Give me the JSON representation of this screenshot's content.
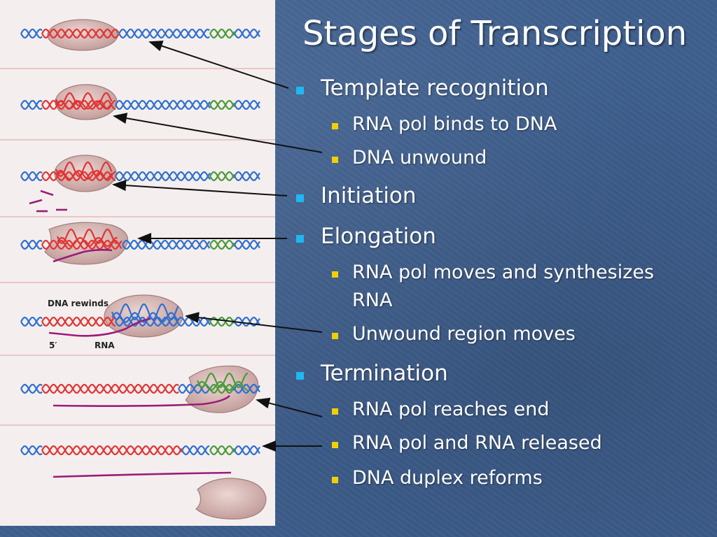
{
  "slide": {
    "title": "Stages of Transcription",
    "bullets": [
      {
        "text": "Template recognition",
        "level": 1
      },
      {
        "text": "RNA pol binds to DNA",
        "level": 2
      },
      {
        "text": "DNA unwound",
        "level": 2
      },
      {
        "text": "Initiation",
        "level": 1
      },
      {
        "text": "Elongation",
        "level": 1
      },
      {
        "text": "RNA pol moves and synthesizes",
        "level": 2
      },
      {
        "text": "RNA",
        "level": 2,
        "continuation": true
      },
      {
        "text": "Unwound region moves",
        "level": 2
      },
      {
        "text": "Termination",
        "level": 1
      },
      {
        "text": "RNA pol reaches end",
        "level": 2
      },
      {
        "text": "RNA pol and RNA released",
        "level": 2
      },
      {
        "text": "DNA duplex reforms",
        "level": 2
      }
    ]
  },
  "figure": {
    "labels": {
      "dna_rewinds": "DNA rewinds",
      "five_prime": "5′",
      "rna": "RNA"
    }
  },
  "colors": {
    "background": "#3e5f8e",
    "title_text": "#ffffff",
    "bullet_level1": "#1fb8f0",
    "bullet_level2": "#f2d000",
    "dna_blue": "#2f6fd0",
    "dna_red": "#e03535",
    "dna_green": "#4a9a3a",
    "rna_purple": "#9b1c7a",
    "polymerase": "#d8b7b4"
  }
}
